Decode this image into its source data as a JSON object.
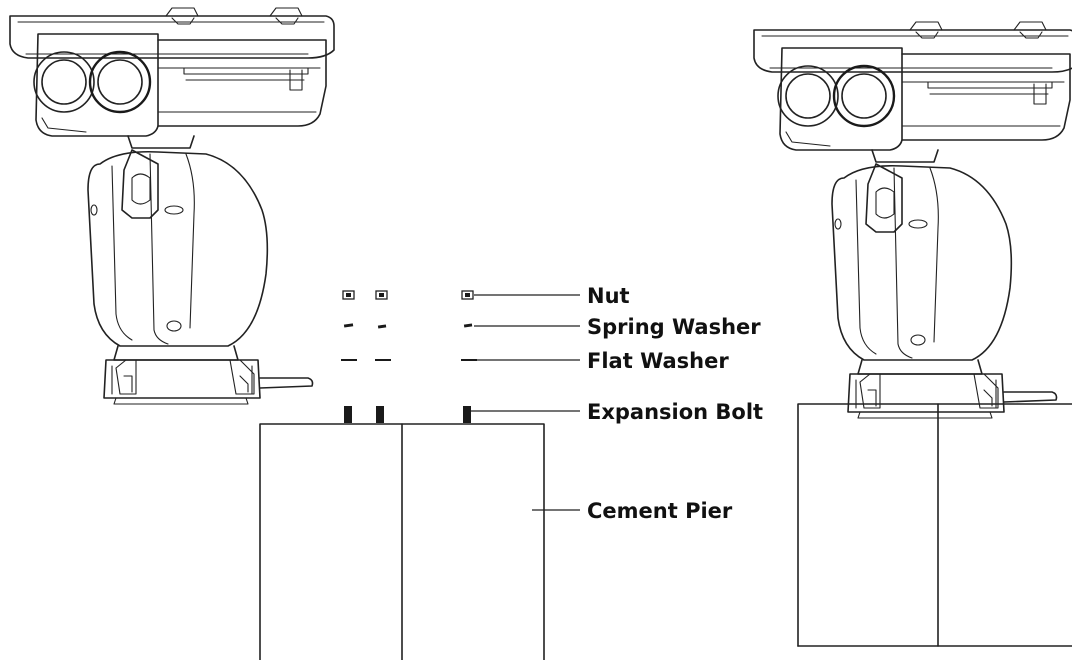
{
  "labels": {
    "nut": "Nut",
    "spring_washer": "Spring Washer",
    "flat_washer": "Flat Washer",
    "expansion_bolt": "Expansion Bolt",
    "cement_pier": "Cement Pier"
  },
  "icons": {
    "left_device": "ptz-thermal-camera-icon",
    "right_device": "ptz-thermal-camera-icon"
  }
}
